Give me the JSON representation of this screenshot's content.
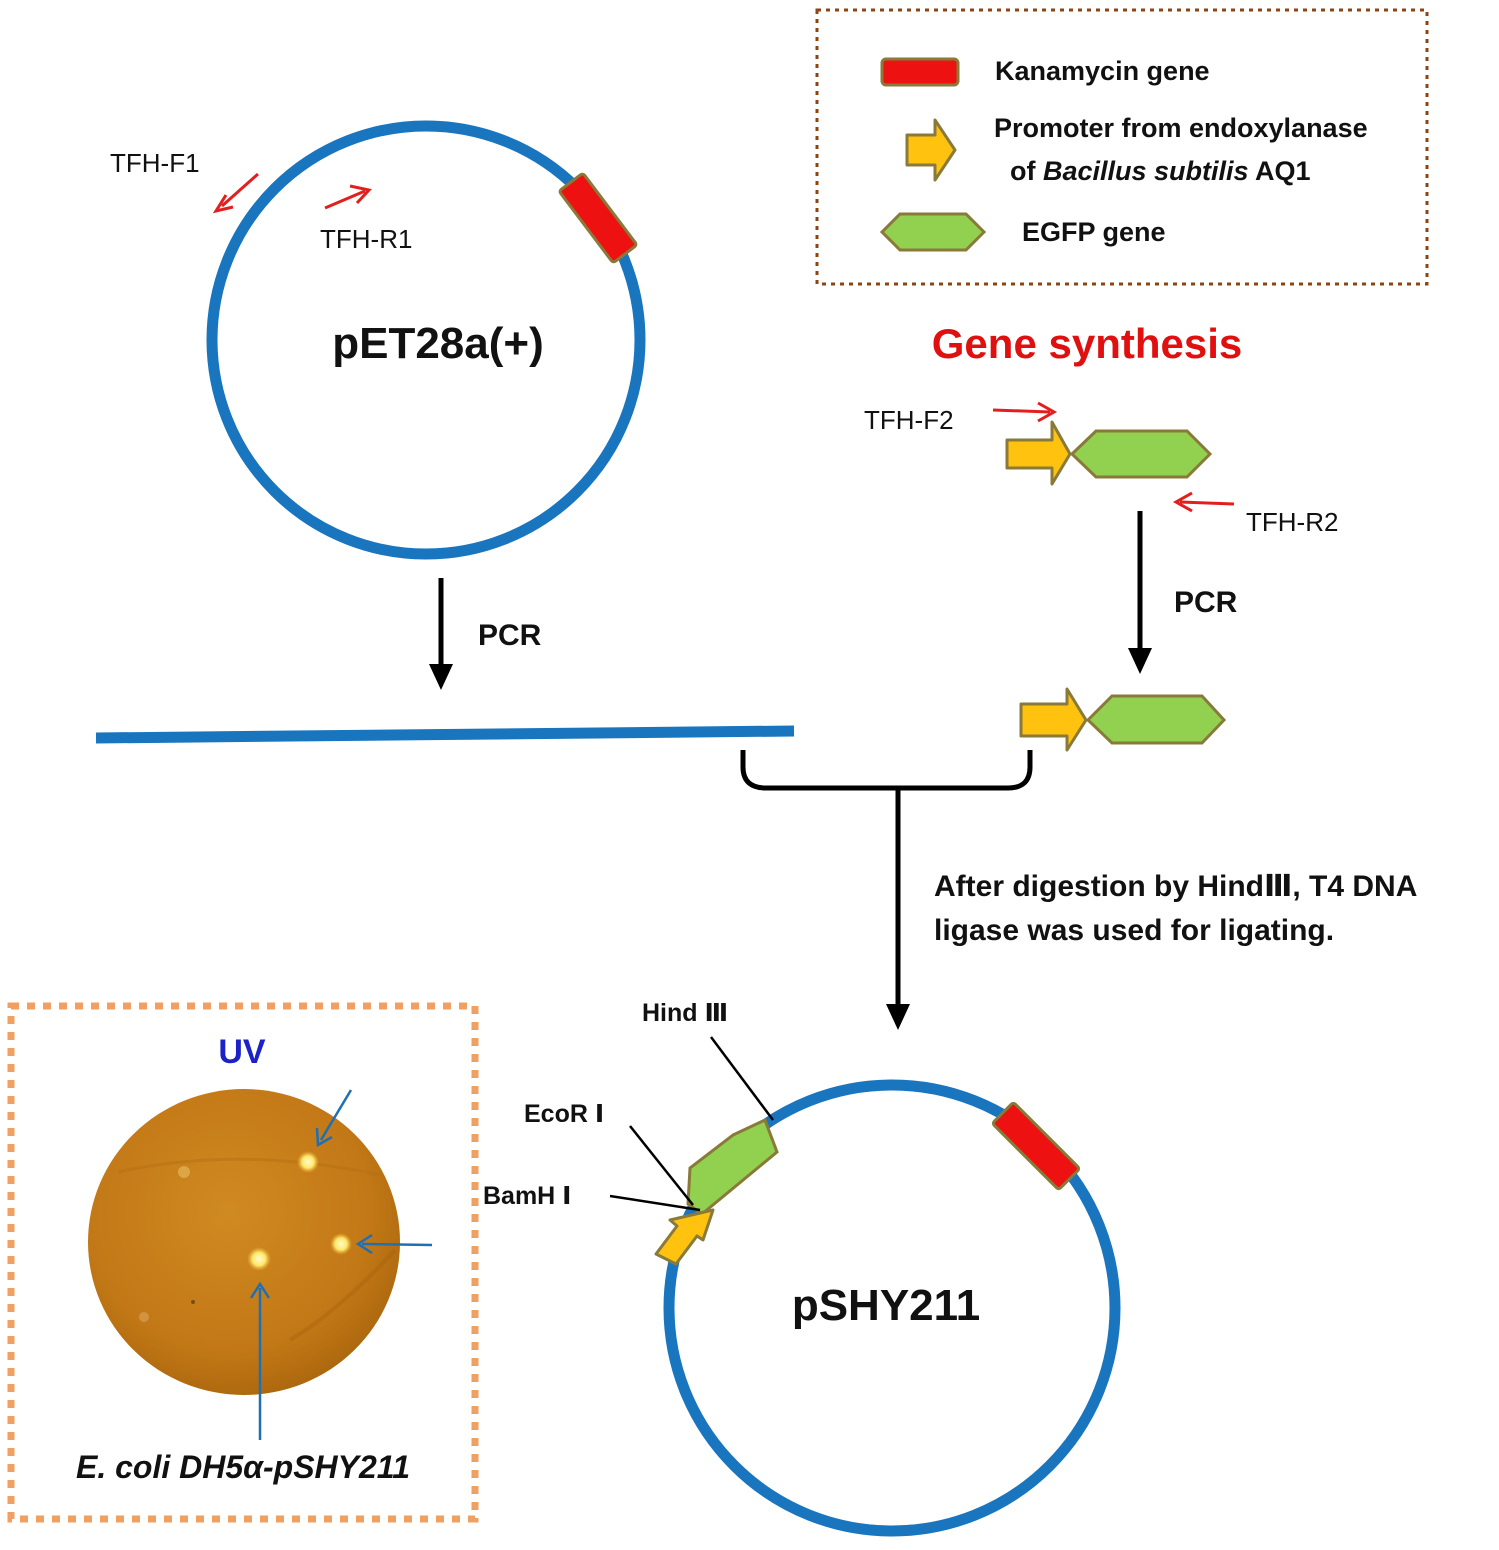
{
  "colors": {
    "plasmid": "#1a75bf",
    "kanamycin": "#ee1111",
    "promoter": "#ffc20e",
    "egfp": "#92d050",
    "outline": "#8a7a3a",
    "primer": "#e41e1e",
    "arrow": "#000000",
    "legend_border": "#8b4513",
    "uv_border": "#f0a060",
    "uv_title": "#1a22c8",
    "gene_synthesis": "#e01010",
    "pointer": "#1f6fb4",
    "plate": "#c47a14"
  },
  "legend": {
    "kanamycin": "Kanamycin gene",
    "promoter_line1": "Promoter from endoxylanase",
    "promoter_line2_prefix": "of ",
    "promoter_line2_italic": "Bacillus subtilis",
    "promoter_line2_suffix": " AQ1",
    "egfp": "EGFP gene"
  },
  "plasmid_top": {
    "name": "pET28a(+)"
  },
  "primers": {
    "f1": "TFH-F1",
    "r1": "TFH-R1",
    "f2": "TFH-F2",
    "r2": "TFH-R2"
  },
  "gene_synthesis": "Gene synthesis",
  "pcr_left": "PCR",
  "pcr_right": "PCR",
  "ligation": {
    "line1": "After digestion by HindⅢ, T4 DNA",
    "line2": "ligase was used for ligating."
  },
  "plasmid_bottom": {
    "name": "pSHY211"
  },
  "sites": {
    "hind": "Hind  Ⅲ",
    "ecor": "EcoR Ⅰ",
    "bamh": "BamH Ⅰ"
  },
  "uv_panel": {
    "title": "UV",
    "strain_prefix": "E.  coli DH5",
    "strain_suffix": "α-pSHY211"
  },
  "icons": {
    "kanamycin": "red-rounded-rect",
    "promoter": "yellow-block-arrow",
    "egfp": "green-hexagon"
  }
}
